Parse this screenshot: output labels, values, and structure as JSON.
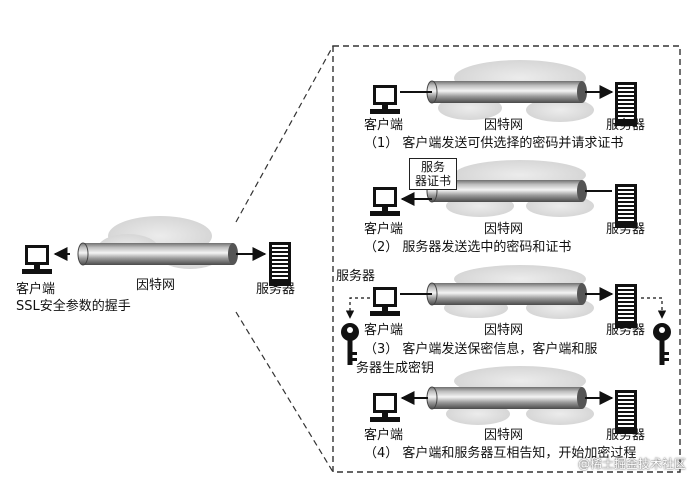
{
  "left": {
    "client_label": "客户端",
    "internet_label": "因特网",
    "server_label": "服务器",
    "caption": "SSL安全参数的握手"
  },
  "steps": [
    {
      "client_label": "客户端",
      "internet_label": "因特网",
      "server_label": "服务器",
      "caption": "（1） 客户端发送可供选择的密码并请求证书"
    },
    {
      "client_label": "客户端",
      "internet_label": "因特网",
      "server_label": "服务器",
      "caption": "（2） 服务器发送选中的密码和证书",
      "cert_line1": "服务",
      "cert_line2": "器证书"
    },
    {
      "client_label": "客户端",
      "internet_label": "因特网",
      "server_label": "服务器",
      "top_left_label": "服务器",
      "caption_line1": "（3） 客户端发送保密信息，客户端和服",
      "caption_line2": "务器生成密钥"
    },
    {
      "client_label": "客户端",
      "internet_label": "因特网",
      "server_label": "服务器",
      "caption": "（4） 客户端和服务器互相告知，开始加密过程"
    }
  ],
  "watermark": "@稀土掘金技术社区",
  "icons": [
    "computer-icon",
    "server-icon",
    "key-icon",
    "cloud-icon",
    "pipe-icon",
    "arrow-icon"
  ]
}
